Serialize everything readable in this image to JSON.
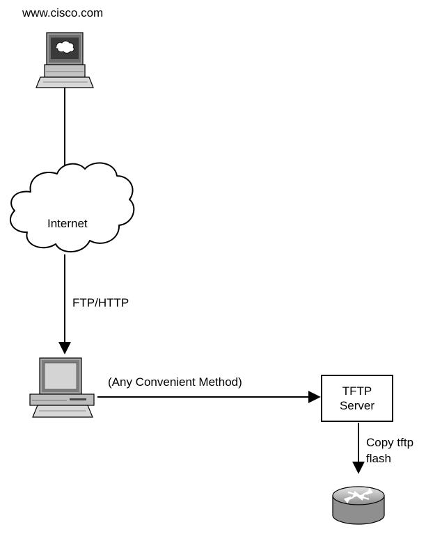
{
  "nodes": {
    "server": {
      "label": "www.cisco.com",
      "icon": "computer-terminal-icon"
    },
    "internet": {
      "label": "Internet",
      "icon": "cloud-icon"
    },
    "workstation": {
      "icon": "desktop-computer-icon"
    },
    "tftp": {
      "label_line1": "TFTP",
      "label_line2": "Server"
    },
    "router": {
      "icon": "router-icon"
    }
  },
  "links": {
    "internet_to_pc": "FTP/HTTP",
    "pc_to_tftp": "(Any Convenient Method)",
    "tftp_to_router_line1": "Copy tftp",
    "tftp_to_router_line2": "flash"
  },
  "colors": {
    "stroke": "#000000",
    "device_gray": "#b3b3b3",
    "device_dark": "#7a7a7a",
    "screen": "#d9d9d9"
  }
}
